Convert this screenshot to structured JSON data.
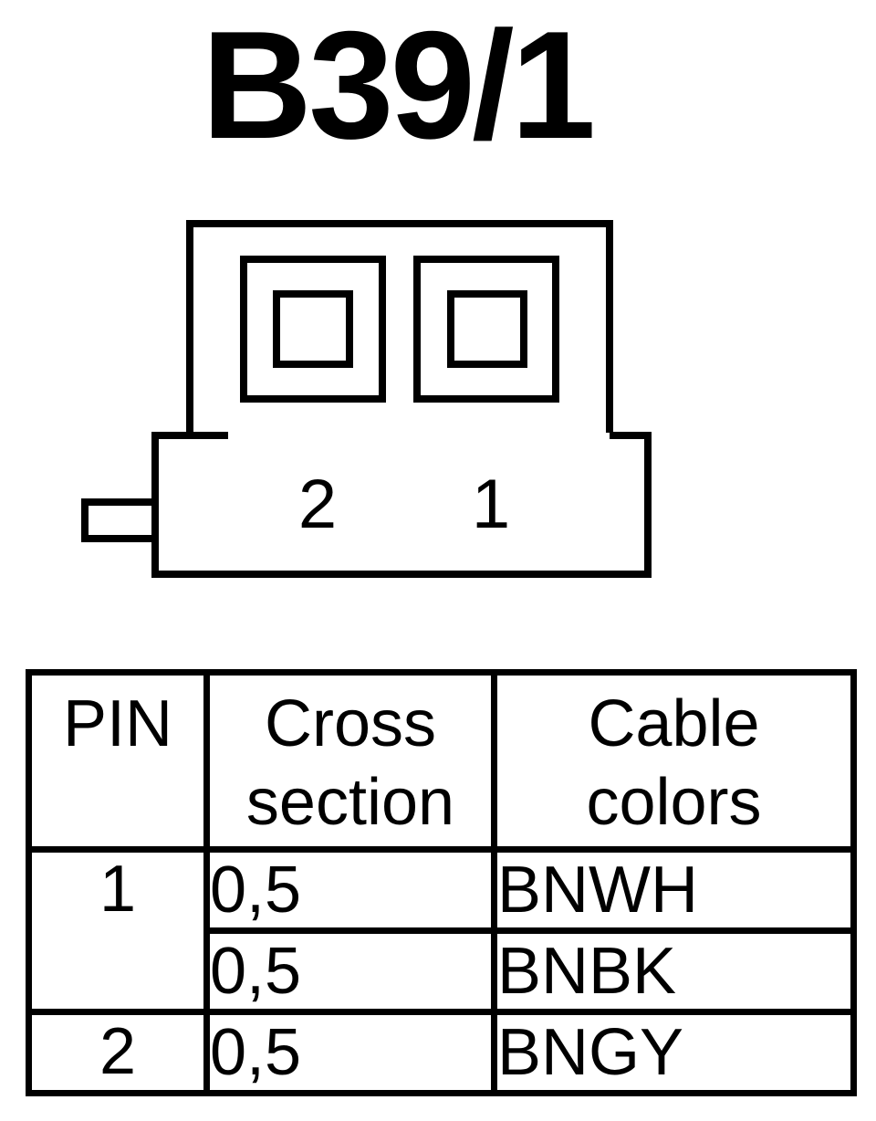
{
  "title": "B39/1",
  "connector": {
    "pin_labels": [
      "2",
      "1"
    ]
  },
  "table": {
    "headers": {
      "pin": "PIN",
      "cross_section_line1": "Cross",
      "cross_section_line2": "section",
      "cable_colors_line1": "Cable",
      "cable_colors_line2": "colors"
    },
    "rows": [
      {
        "pin": "1",
        "cross_section": "0,5",
        "cable_color": "BNWH"
      },
      {
        "pin": "",
        "cross_section": "0,5",
        "cable_color": "BNBK"
      },
      {
        "pin": "2",
        "cross_section": "0,5",
        "cable_color": "BNGY"
      }
    ]
  }
}
